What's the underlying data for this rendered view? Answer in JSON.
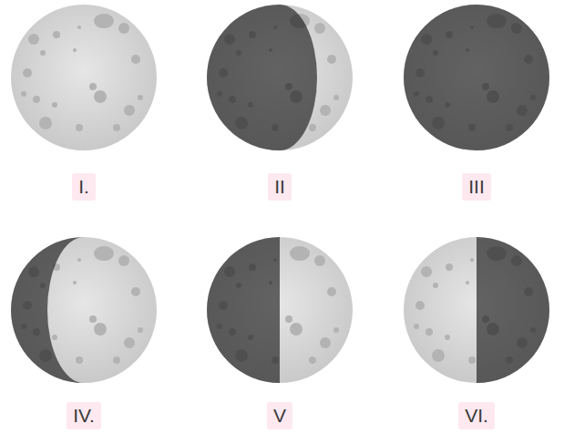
{
  "diagram": {
    "nodes": [
      {
        "text": [
          "I."
        ]
      },
      {
        "text": [
          "II"
        ]
      },
      {
        "text": [
          "III"
        ]
      },
      {
        "text": [
          "IV."
        ]
      },
      {
        "text": [
          "V"
        ]
      },
      {
        "text": [
          "VI."
        ]
      }
    ]
  }
}
